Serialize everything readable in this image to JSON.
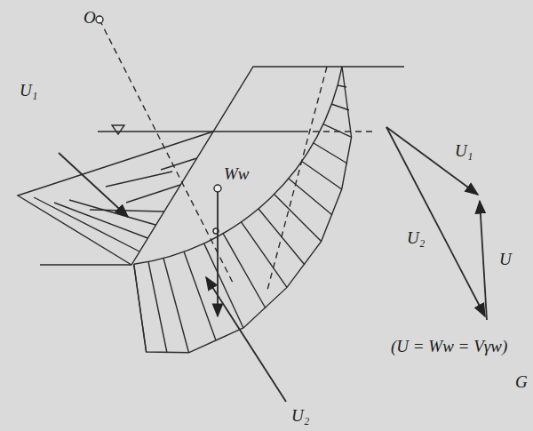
{
  "diagram": {
    "labels": [
      "O",
      "U₁",
      "Ww",
      "U₂",
      "U₁",
      "U₂",
      "U",
      "(U = Ww = Vγw)",
      "G"
    ]
  }
}
